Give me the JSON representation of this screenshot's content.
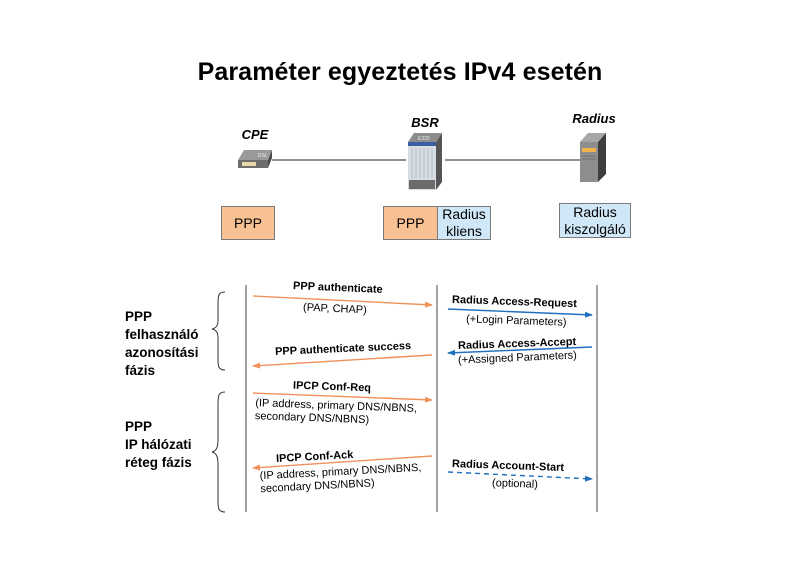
{
  "title": "Paraméter egyeztetés IPv4 esetén",
  "devices": {
    "cpe": {
      "label": "CPE",
      "icon": "dsl-modem-icon",
      "icon_text": "DSL"
    },
    "bsr": {
      "label": "BSR",
      "icon": "router-chassis-icon",
      "icon_text": "E320"
    },
    "radius": {
      "label": "Radius",
      "icon": "server-icon"
    }
  },
  "stacks": {
    "cpe_ppp": "PPP",
    "bsr_ppp": "PPP",
    "bsr_radius_line1": "Radius",
    "bsr_radius_line2": "kliens",
    "radius_server_line1": "Radius",
    "radius_server_line2": "kiszolgáló"
  },
  "phases": [
    {
      "lines": [
        "PPP",
        "felhasználó",
        "azonosítási",
        "fázis"
      ]
    },
    {
      "lines": [
        "PPP",
        "IP hálózati",
        "réteg fázis"
      ]
    }
  ],
  "messages": {
    "ppp_auth": {
      "label": "PPP authenticate",
      "detail": "(PAP, CHAP)"
    },
    "ppp_auth_success": {
      "label": "PPP authenticate success"
    },
    "radius_access_request": {
      "label": "Radius Access-Request",
      "detail": "(+Login Parameters)"
    },
    "radius_access_accept": {
      "label": "Radius Access-Accept",
      "detail": "(+Assigned Parameters)"
    },
    "ipcp_conf_req": {
      "label": "IPCP Conf-Req",
      "detail_line1": "(IP address, primary DNS/NBNS,",
      "detail_line2": "secondary DNS/NBNS)"
    },
    "ipcp_conf_ack": {
      "label": "IPCP Conf-Ack",
      "detail_line1": "(IP address, primary DNS/NBNS,",
      "detail_line2": "secondary DNS/NBNS)"
    },
    "radius_account_start": {
      "label": "Radius Account-Start",
      "detail": "(optional)"
    }
  },
  "colors": {
    "ppp_arrow": "#f0905a",
    "radius_arrow": "#1f6fbf",
    "orange_box": "#f8c194",
    "blue_box": "#cfe7f6"
  }
}
